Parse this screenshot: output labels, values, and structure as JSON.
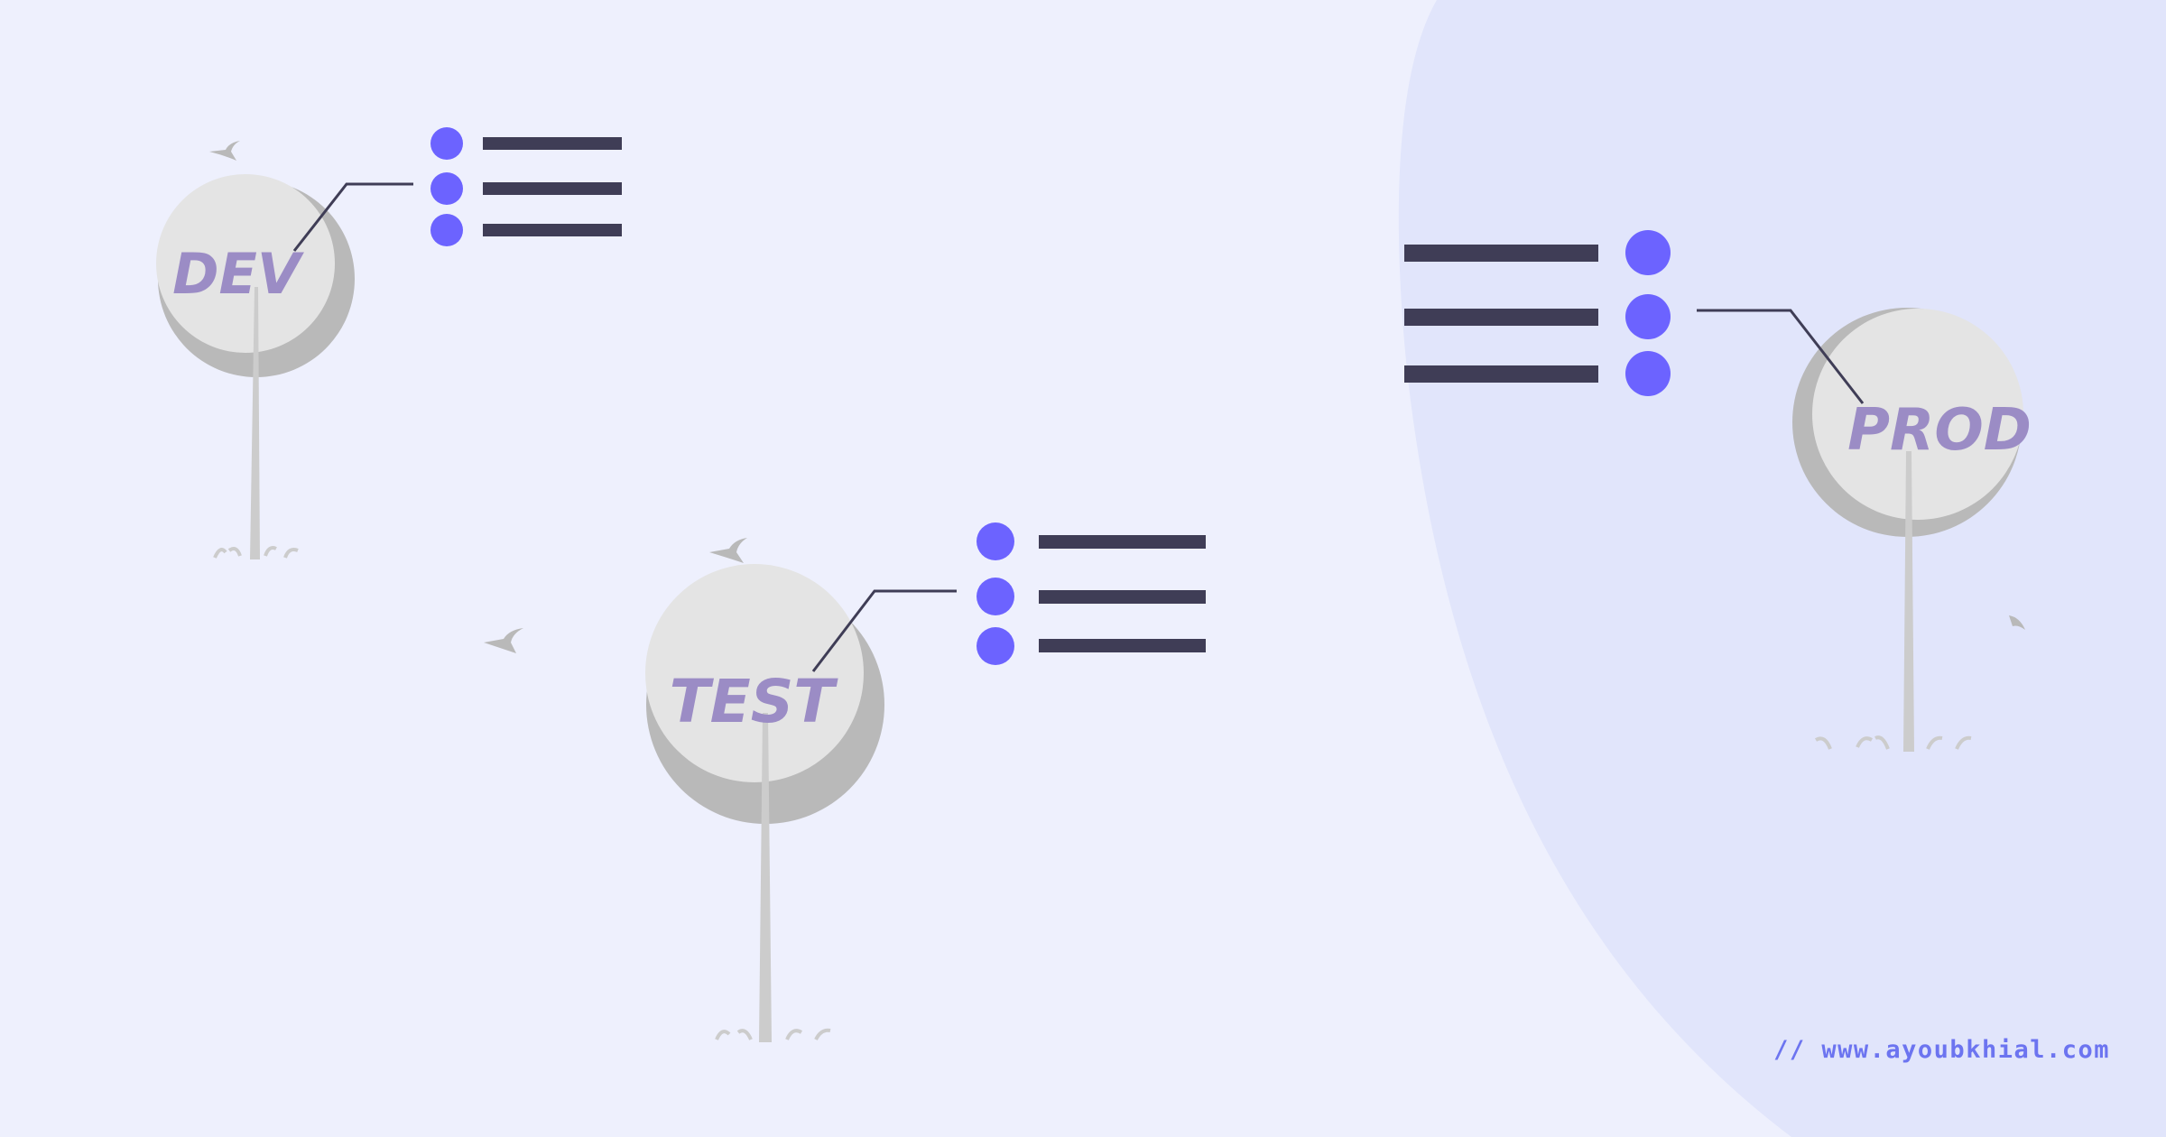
{
  "colors": {
    "background": "#eef0fd",
    "hill": "#e1e5fb",
    "tree_light": "#e4e4e4",
    "tree_shadow": "#b9b9b9",
    "trunk": "#cccccc",
    "accent": "#6c63ff",
    "dark_bar": "#3f3d56",
    "label": "#9b8cc5",
    "link": "#6c74f0"
  },
  "environments": [
    {
      "id": "dev",
      "label": "DEV",
      "list_items": 3,
      "list_side": "right"
    },
    {
      "id": "test",
      "label": "TEST",
      "list_items": 3,
      "list_side": "right"
    },
    {
      "id": "prod",
      "label": "PROD",
      "list_items": 3,
      "list_side": "left"
    }
  ],
  "footer": {
    "url": "// www.ayoubkhial.com"
  },
  "icons": [
    "tree-icon",
    "list-icon",
    "bird-icon",
    "grass-icon"
  ]
}
